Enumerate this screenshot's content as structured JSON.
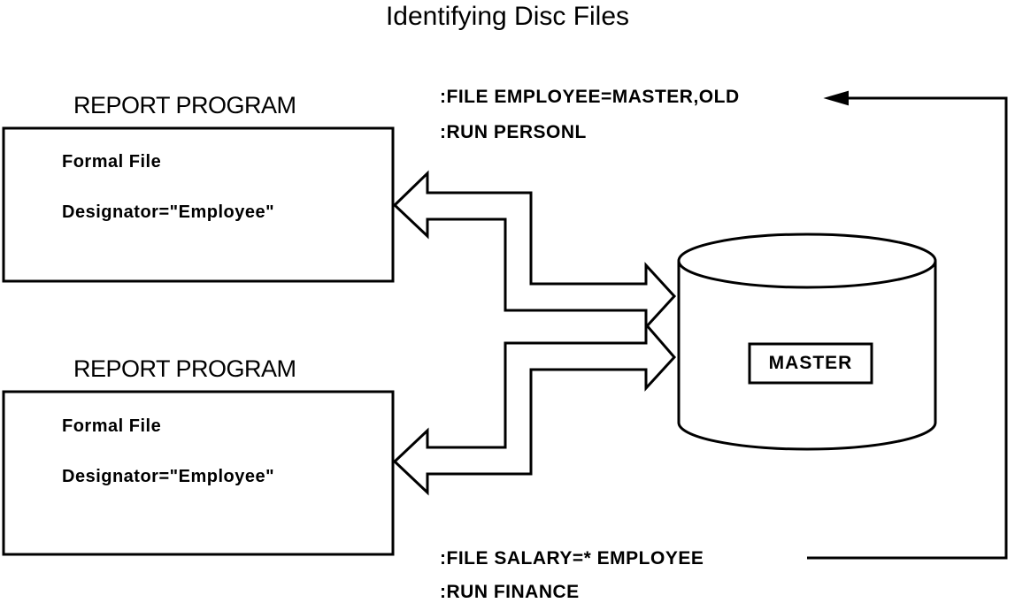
{
  "title": "Identifying Disc Files",
  "programs": [
    {
      "heading": "REPORT PROGRAM",
      "line1": "Formal  File",
      "line2": "Designator=\"Employee\""
    },
    {
      "heading": "REPORT PROGRAM",
      "line1": "Formal  File",
      "line2": "Designator=\"Employee\""
    }
  ],
  "disc": {
    "label": "MASTER"
  },
  "commands_top": {
    "file": ":FILE  EMPLOYEE=MASTER,OLD",
    "run": ":RUN PERSONL"
  },
  "commands_bottom": {
    "file": ":FILE SALARY=* EMPLOYEE",
    "run": ":RUN FINANCE"
  }
}
